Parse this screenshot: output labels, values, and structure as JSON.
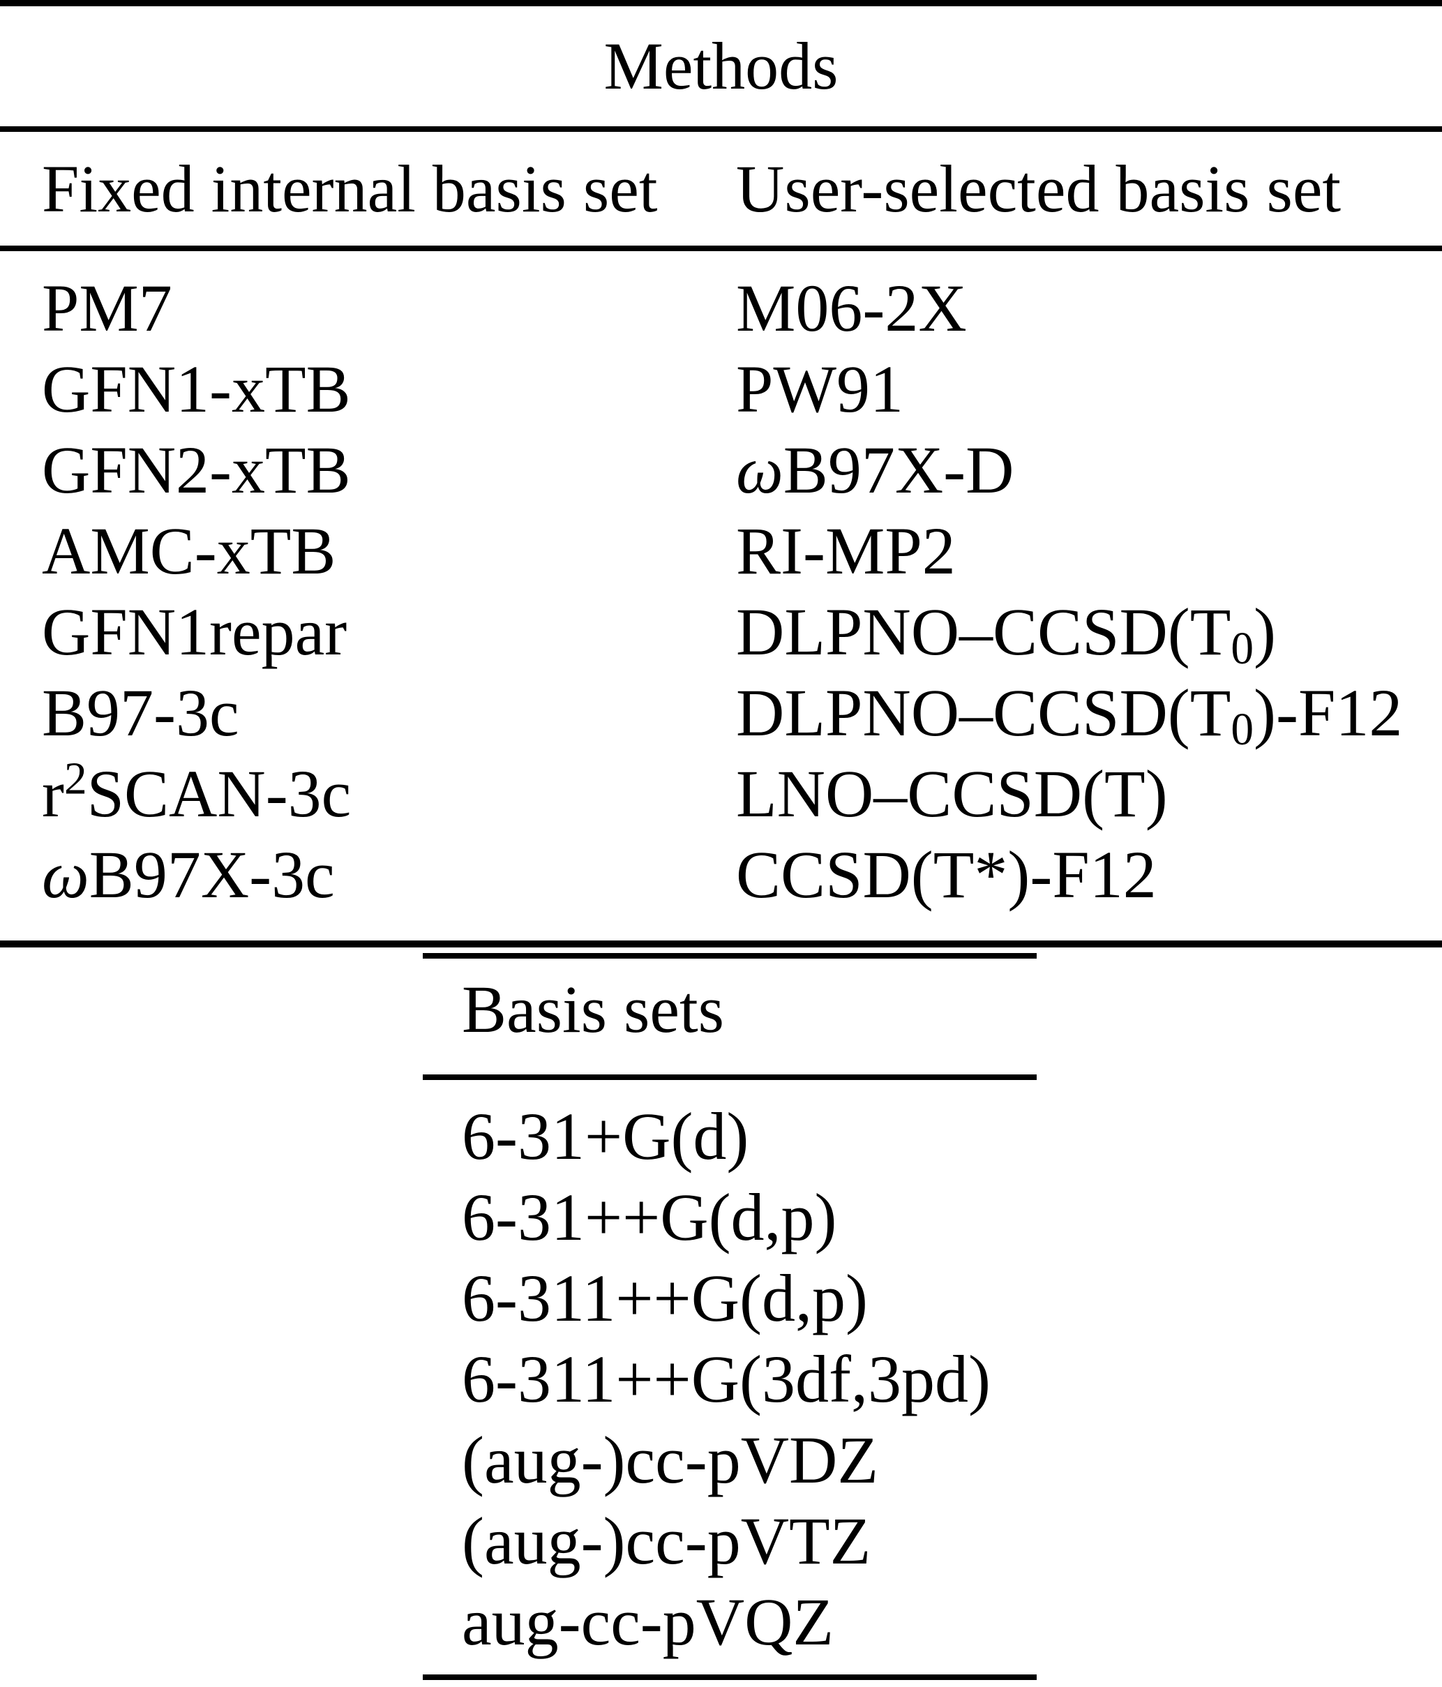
{
  "methods_table": {
    "title": "Methods",
    "columns": {
      "fixed": "Fixed internal basis set",
      "user": "User-selected basis set"
    },
    "fixed": [
      "PM7",
      "GFN1-xTB",
      "GFN2-xTB",
      "AMC-xTB",
      "GFN1repar",
      "B97-3c",
      "r^{2}SCAN-3c",
      "ωB97X-3c"
    ],
    "user": [
      "M06-2X",
      "PW91",
      "ωB97X-D",
      "RI-MP2",
      "DLPNO–CCSD(T_{0})",
      "DLPNO–CCSD(T_{0})-F12",
      "LNO–CCSD(T)",
      "CCSD(T*)-F12"
    ]
  },
  "basis_table": {
    "title": "Basis sets",
    "items": [
      "6-31+G(d)",
      "6-31++G(d,p)",
      "6-311++G(d,p)",
      "6-311++G(3df,3pd)",
      "(aug-)cc-pVDZ",
      "(aug-)cc-pVTZ",
      "aug-cc-pVQZ"
    ]
  },
  "colors": {
    "text": "#000000",
    "rule": "#000000",
    "background": "#ffffff"
  }
}
